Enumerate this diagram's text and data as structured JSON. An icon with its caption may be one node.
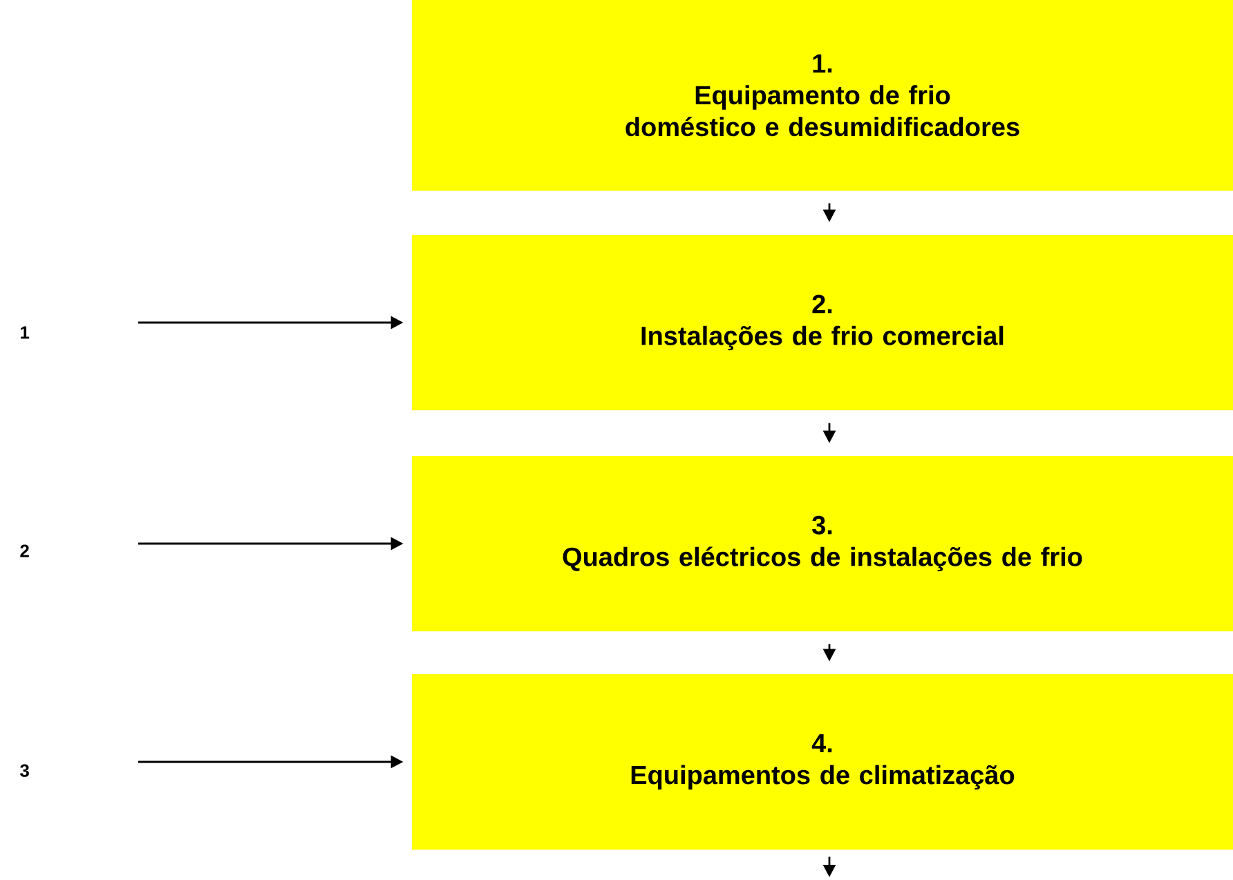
{
  "diagram": {
    "nodes": [
      {
        "text": [
          "1.",
          "Equipamento de frio doméstico e desumidificadores"
        ]
      },
      {
        "text": [
          "2.",
          "Instalações de frio comercial"
        ]
      },
      {
        "text": [
          "3.",
          "Quadros eléctricos de instalações de frio"
        ]
      },
      {
        "text": [
          "4.",
          "Equipamentos de climatização"
        ]
      }
    ],
    "edges": [
      {
        "from": 0,
        "to": 1,
        "arrow": "to"
      },
      {
        "from": 1,
        "to": 2,
        "arrow": "to"
      },
      {
        "from": 2,
        "to": 3,
        "arrow": "to"
      },
      {
        "from": 3,
        "to": null,
        "arrow": "to"
      },
      {
        "from": null,
        "to": 1,
        "arrow": "to"
      },
      {
        "from": null,
        "to": 2,
        "arrow": "to"
      },
      {
        "from": null,
        "to": 3,
        "arrow": "to"
      }
    ],
    "labels": [
      "1",
      "2",
      "3"
    ]
  }
}
